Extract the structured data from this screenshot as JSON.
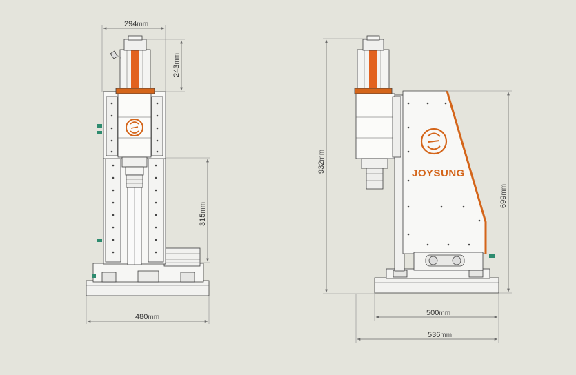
{
  "colors": {
    "background": "#e4e4dc",
    "body": "#f4f4f2",
    "motor_stripe": "#e2621f",
    "accent": "#d4651a",
    "outline": "#3c3c3c",
    "green_fitting": "#2e8b6f"
  },
  "brand": {
    "name": "JOYSUNG"
  },
  "dimensions": {
    "front_width": {
      "value": "294",
      "unit": "mm"
    },
    "motor_height": {
      "value": "243",
      "unit": "mm"
    },
    "stroke": {
      "value": "315",
      "unit": "mm"
    },
    "base_width": {
      "value": "480",
      "unit": "mm"
    },
    "total_height": {
      "value": "932",
      "unit": "mm"
    },
    "column_height": {
      "value": "699",
      "unit": "mm"
    },
    "side_base": {
      "value": "500",
      "unit": "mm"
    },
    "side_total": {
      "value": "536",
      "unit": "mm"
    }
  }
}
